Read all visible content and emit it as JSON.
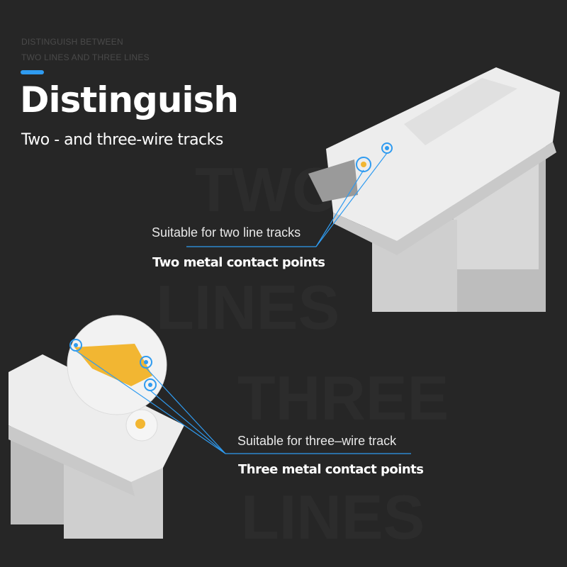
{
  "header": {
    "eyebrow_line1": "DISTINGUISH BETWEEN",
    "eyebrow_line2": "TWO LINES AND THREE LINES",
    "title": "Distinguish",
    "subtitle": "Two - and three-wire tracks"
  },
  "two_wire": {
    "watermark_line1": "TWO",
    "watermark_line2": "LINES",
    "caption": "Suitable for two line tracks",
    "detail": "Two metal contact points"
  },
  "three_wire": {
    "watermark_line1": "THREE",
    "watermark_line2": "LINES",
    "caption": "Suitable for three–wire track",
    "detail": "Three metal contact points"
  },
  "colors": {
    "accent": "#2f9bf0",
    "background": "#262626",
    "contact": "#f2b632"
  }
}
